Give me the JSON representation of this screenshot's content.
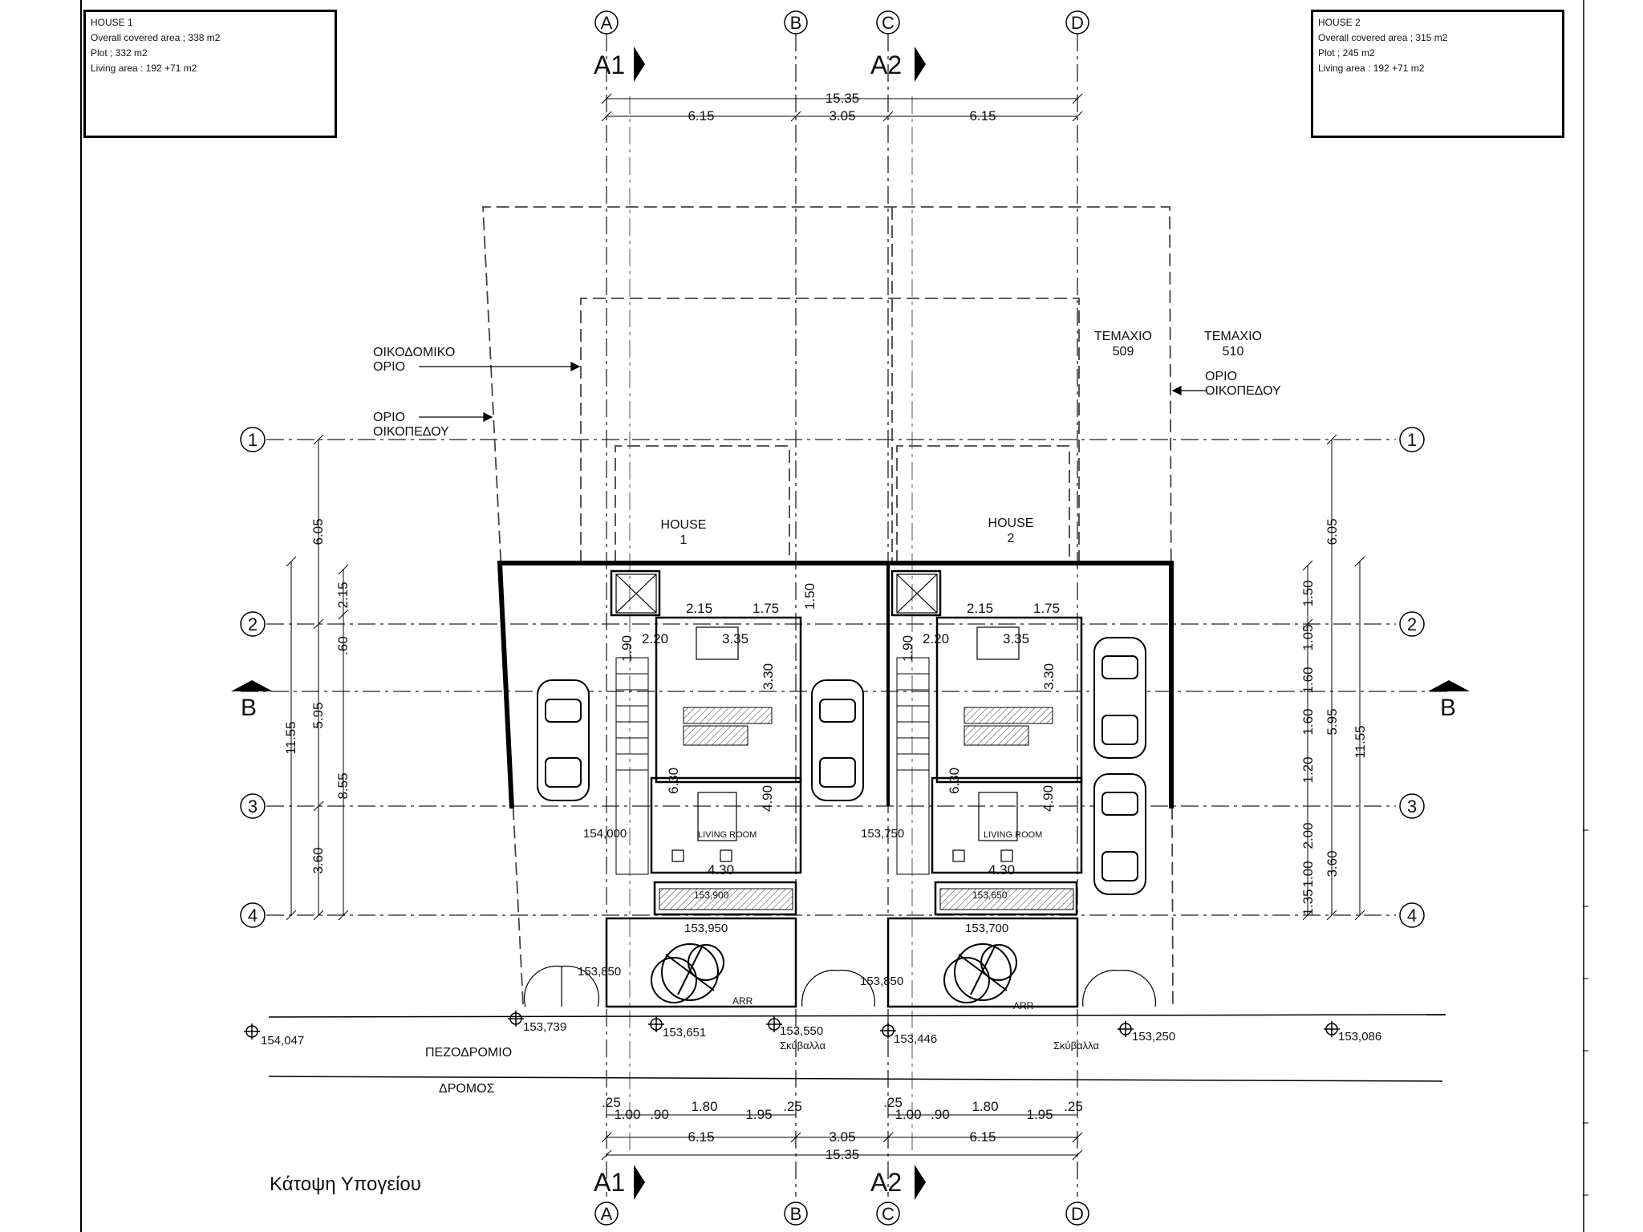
{
  "house1_box": {
    "title": "HOUSE 1",
    "covered": "Overall covered area ; 338 m2",
    "plot": "Plot ; 332 m2",
    "living": "Living area : 192 +71 m2"
  },
  "house2_box": {
    "title": "HOUSE 2",
    "covered": "Overall covered area ; 315 m2",
    "plot": "Plot ; 245 m2",
    "living": "Living area : 192 +71 m2"
  },
  "grid": {
    "columns": [
      "A",
      "B",
      "C",
      "D"
    ],
    "rows": [
      "1",
      "2",
      "3",
      "4"
    ]
  },
  "sections": {
    "a1": "A1",
    "a2": "A2",
    "b": "B"
  },
  "dimensions": {
    "overall": "15.35",
    "left_bay": "6.15",
    "middle_bay": "3.05",
    "right_bay": "6.15",
    "row_1_2": "6.05",
    "row_2_4": "5.95",
    "row_total": "11.55",
    "row_3_4": "3.60",
    "left_a": "2.15",
    "left_b": "8.55",
    "left_c": ".60",
    "right_a": "1.50",
    "right_b": "1.05",
    "right_c": "1.60",
    "right_d": "1.60",
    "right_e": "1.20",
    "right_f": "2.00",
    "right_g": "1.00",
    "right_h": "1.35",
    "bottom_a": ".25",
    "bottom_b": "1.00",
    "bottom_c": ".90",
    "bottom_d": "1.80",
    "bottom_e": "1.95",
    "room_215": "2.15",
    "room_175": "1.75",
    "room_150": "1.50",
    "room_220": "2.20",
    "room_335": "3.35",
    "room_330": "3.30",
    "room_190": "1.90",
    "room_630": "6.30",
    "room_490": "4.90",
    "room_430": "4.30"
  },
  "labels": {
    "building_limit": [
      "ΟΙΚΟΔΟΜΙΚΟ",
      "ΟΡΙΟ"
    ],
    "plot_limit": [
      "ΟΡΙΟ",
      "ΟΙΚΟΠΕΔΟΥ"
    ],
    "plot_509": [
      "ΤΕΜΑΧΙΟ",
      "509"
    ],
    "plot_510": [
      "ΤΕΜΑΧΙΟ",
      "510"
    ],
    "house1": [
      "HOUSE",
      "1"
    ],
    "house2": [
      "HOUSE",
      "2"
    ],
    "living_room": "LIVING ROOM",
    "sidewalk": "ΠΕΖΟΔΡΟΜΙΟ",
    "road": "ΔΡΟΜΟΣ",
    "bins": "Σκύβαλλα",
    "arr": "ARR",
    "plan_title": "Κάτοψη Υπογείου"
  },
  "levels": {
    "l154047": "154,047",
    "l153739": "153,739",
    "l153651": "153,651",
    "l153550": "153,550",
    "l153446": "153,446",
    "l153250": "153,250",
    "l153086": "153,086",
    "l154000": "154,000",
    "l153750": "153,750",
    "l153950": "153,950",
    "l153700": "153,700",
    "l153850a": "153,850",
    "l153850b": "153,850",
    "l153900": "153,900",
    "l153650": "153,650"
  }
}
